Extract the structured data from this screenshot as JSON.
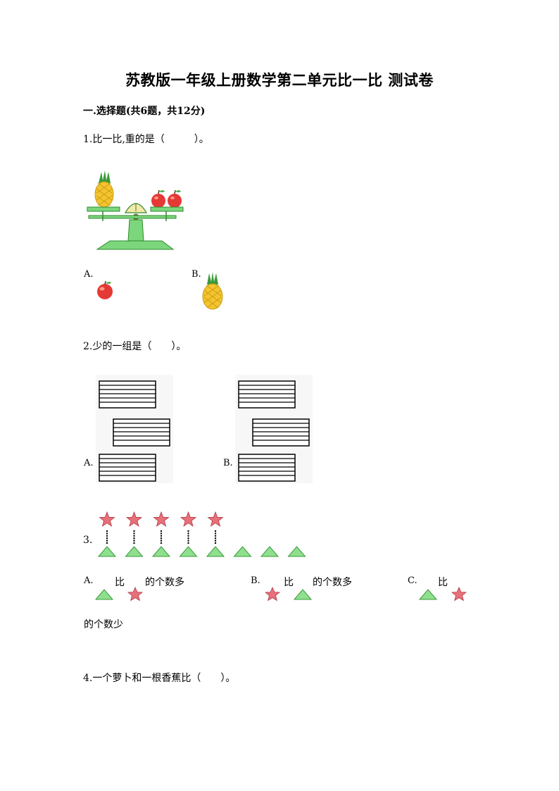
{
  "title": "苏教版一年级上册数学第二单元比一比 测试卷",
  "section": "一.选择题(共6题，共12分)",
  "questions": [
    {
      "number": "1.",
      "text": "比一比,重的是（　　　）。",
      "options": [
        {
          "label": "A.",
          "image": "apple-icon"
        },
        {
          "label": "B.",
          "image": "pineapple-icon"
        }
      ]
    },
    {
      "number": "2.",
      "text": "少的一组是（　　）。",
      "options": [
        {
          "label": "A.",
          "image": "line-stacks-group"
        },
        {
          "label": "B.",
          "image": "line-stacks-group"
        }
      ]
    },
    {
      "number": "3.",
      "counts": {
        "stars": 5,
        "triangles": 8
      },
      "options": [
        {
          "label": "A.",
          "word_bi": "比",
          "suffix": "的个数多"
        },
        {
          "label": "B.",
          "word_bi": "比",
          "suffix": "的个数多"
        },
        {
          "label": "C.",
          "word_bi": "比",
          "suffix": "的个数少"
        }
      ]
    },
    {
      "number": "4.",
      "text": "一个萝卜和一根香蕉比（　　）。"
    }
  ],
  "colors": {
    "star": "#e8707a",
    "triangle": "#8ee08e",
    "scale": "#5cb85c",
    "apple": "#e53935",
    "pineapple": "#f4c430"
  }
}
